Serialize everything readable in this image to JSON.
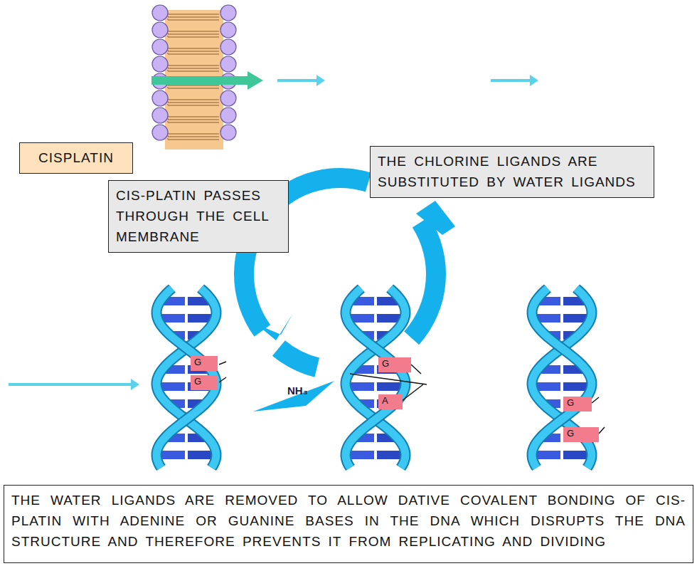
{
  "diagram": {
    "nodes": [
      {
        "text": [
          "CISPLATIN"
        ]
      },
      {
        "text": [
          "THE CHLORINE LIGANDS ARE SUBSTITUTED BY WATER LIGANDS"
        ]
      },
      {
        "text": [
          "CIS-PLATIN PASSES THROUGH THE CELL MEMBRANE"
        ]
      },
      {
        "text": [
          "G"
        ]
      },
      {
        "text": [
          "G"
        ]
      },
      {
        "text": [
          "G"
        ]
      },
      {
        "text": [
          "A"
        ]
      },
      {
        "text": [
          "G"
        ]
      },
      {
        "text": [
          "G"
        ]
      },
      {
        "text": [
          "THE WATER LIGANDS ARE REMOVED TO ALLOW DATIVE COVALENT BONDING OF CIS-PLATIN WITH ADENINE OR GUANINE BASES IN THE DNA WHICH DISRUPTS THE DNA STRUCTURE AND THEREFORE PREVENTS IT FROM REPLICATING AND DIVIDING"
        ]
      }
    ],
    "labels": [
      "NH₃"
    ]
  }
}
